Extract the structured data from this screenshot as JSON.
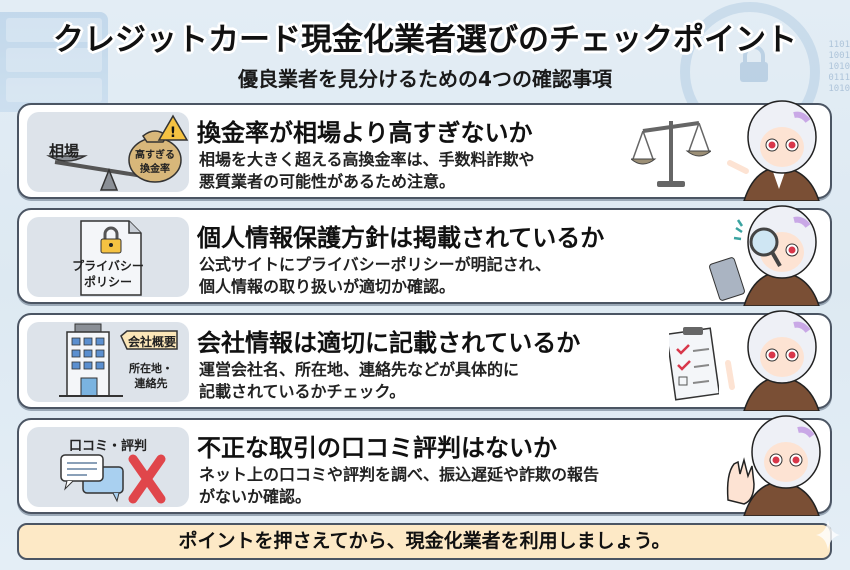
{
  "header": {
    "title": "クレジットカード現金化業者選びのチェックポイント",
    "subtitle": "優良業者を見分けるための4つの確認事項"
  },
  "background": {
    "binary_lines": [
      "1101",
      "1001",
      "1010",
      "0111",
      "1010"
    ]
  },
  "checkpoints": [
    {
      "title": "換金率が相場より高すぎないか",
      "desc_lines": [
        "相場を大きく超える高換金率は、手数料詐欺や",
        "悪質業者の可能性があるため注意。"
      ],
      "icon": "seesaw-scale-icon",
      "icon_labels": {
        "left": "相場",
        "bag_line1": "高すぎる",
        "bag_line2": "換金率"
      },
      "deco": "balance-scale-icon",
      "character_pose": "pointing"
    },
    {
      "title": "個人情報保護方針は掲載されているか",
      "desc_lines": [
        "公式サイトにプライバシーポリシーが明記され、",
        "個人情報の取り扱いが適切か確認。"
      ],
      "icon": "privacy-document-icon",
      "icon_labels": {
        "line1": "プライバシー",
        "line2": "ポリシー"
      },
      "deco": "tablet-magnifier-icon",
      "character_pose": "inspecting"
    },
    {
      "title": "会社情報は適切に記載されているか",
      "desc_lines": [
        "運営会社名、所在地、連絡先などが具体的に",
        "記載されているかチェック。"
      ],
      "icon": "office-building-icon",
      "icon_labels": {
        "tag": "会社概要",
        "line1": "所在地・",
        "line2": "連絡先"
      },
      "deco": "checklist-clipboard-icon",
      "character_pose": "pointing-up"
    },
    {
      "title": "不正な取引の口コミ評判はないか",
      "desc_lines": [
        "ネット上の口コミや評判を調べ、振込遅延や詐欺の報告",
        "がないか確認。"
      ],
      "icon": "reviews-chat-icon",
      "icon_labels": {
        "top": "口コミ・評判"
      },
      "deco": "",
      "character_pose": "stop-hand"
    }
  ],
  "footer": {
    "message": "ポイントを押さえてから、現金化業者を利用しましょう。"
  },
  "colors": {
    "background": "#e0ebf4",
    "card_border": "#4b5563",
    "icon_box": "#dde3ea",
    "footer_bg": "#fde9c6",
    "warning_yellow": "#f5c242",
    "cross_red": "#e0464b",
    "money_bag": "#d8b77a",
    "suit_brown": "#7a4f35",
    "hair": "#eef0f6",
    "eye_red": "#d8374a"
  }
}
